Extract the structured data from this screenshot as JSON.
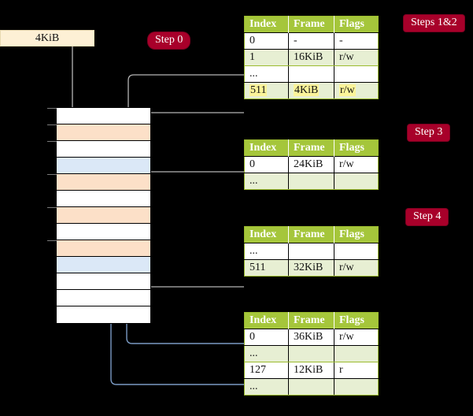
{
  "source_box": {
    "label": "4KiB"
  },
  "badges": [
    {
      "id": "step0",
      "label": "Step 0"
    },
    {
      "id": "steps12",
      "label": "Steps 1&2"
    },
    {
      "id": "step3",
      "label": "Step 3"
    },
    {
      "id": "step4",
      "label": "Step 4"
    }
  ],
  "colors": {
    "background": "#000000",
    "badge_bg": "#a8002a",
    "badge_text": "#ffffff",
    "table_header_bg": "#a5c63b",
    "table_alt_row_bg": "#e7efd3",
    "highlight": "#fbf49a",
    "memory_orange": "#fce0c8",
    "memory_blue": "#dbe8f7",
    "source_box_bg": "#fdf0d5",
    "wire_gray": "#b5b5b5",
    "wire_blue": "#7b9bc4"
  },
  "memory": {
    "name": "physical-memory-column",
    "rows": [
      {
        "fill": "white",
        "tick": true
      },
      {
        "fill": "orange",
        "tick": true
      },
      {
        "fill": "white",
        "tick": true
      },
      {
        "fill": "blue",
        "tick": false
      },
      {
        "fill": "orange",
        "tick": true
      },
      {
        "fill": "white",
        "tick": false
      },
      {
        "fill": "orange",
        "tick": true
      },
      {
        "fill": "white",
        "tick": false
      },
      {
        "fill": "orange",
        "tick": true
      },
      {
        "fill": "blue",
        "tick": false
      },
      {
        "fill": "white",
        "tick": false
      },
      {
        "fill": "white",
        "tick": false
      },
      {
        "fill": "white",
        "tick": false
      }
    ]
  },
  "tables": [
    {
      "id": "tbl1",
      "name": "page-table-level-4",
      "headers": [
        "Index",
        "Frame",
        "Flags"
      ],
      "rows": [
        {
          "alt": false,
          "cells": [
            "0",
            "-",
            "-"
          ],
          "highlight": false
        },
        {
          "alt": true,
          "cells": [
            "1",
            "16KiB",
            "r/w"
          ],
          "highlight": false
        },
        {
          "alt": false,
          "cells": [
            "...",
            "",
            ""
          ],
          "highlight": false
        },
        {
          "alt": true,
          "cells": [
            "511",
            "4KiB",
            "r/w"
          ],
          "highlight": true
        }
      ]
    },
    {
      "id": "tbl2",
      "name": "page-table-level-3",
      "headers": [
        "Index",
        "Frame",
        "Flags"
      ],
      "rows": [
        {
          "alt": false,
          "cells": [
            "0",
            "24KiB",
            "r/w"
          ],
          "highlight": false
        },
        {
          "alt": true,
          "cells": [
            "...",
            "",
            ""
          ],
          "highlight": false
        }
      ]
    },
    {
      "id": "tbl3",
      "name": "page-table-level-2",
      "headers": [
        "Index",
        "Frame",
        "Flags"
      ],
      "rows": [
        {
          "alt": false,
          "cells": [
            "...",
            "",
            ""
          ],
          "highlight": false
        },
        {
          "alt": true,
          "cells": [
            "511",
            "32KiB",
            "r/w"
          ],
          "highlight": false
        }
      ]
    },
    {
      "id": "tbl4",
      "name": "page-table-level-1",
      "headers": [
        "Index",
        "Frame",
        "Flags"
      ],
      "rows": [
        {
          "alt": false,
          "cells": [
            "0",
            "36KiB",
            "r/w"
          ],
          "highlight": false
        },
        {
          "alt": true,
          "cells": [
            "...",
            "",
            ""
          ],
          "highlight": false
        },
        {
          "alt": false,
          "cells": [
            "127",
            "12KiB",
            "r"
          ],
          "highlight": false
        },
        {
          "alt": true,
          "cells": [
            "...",
            "",
            ""
          ],
          "highlight": false
        }
      ]
    }
  ]
}
